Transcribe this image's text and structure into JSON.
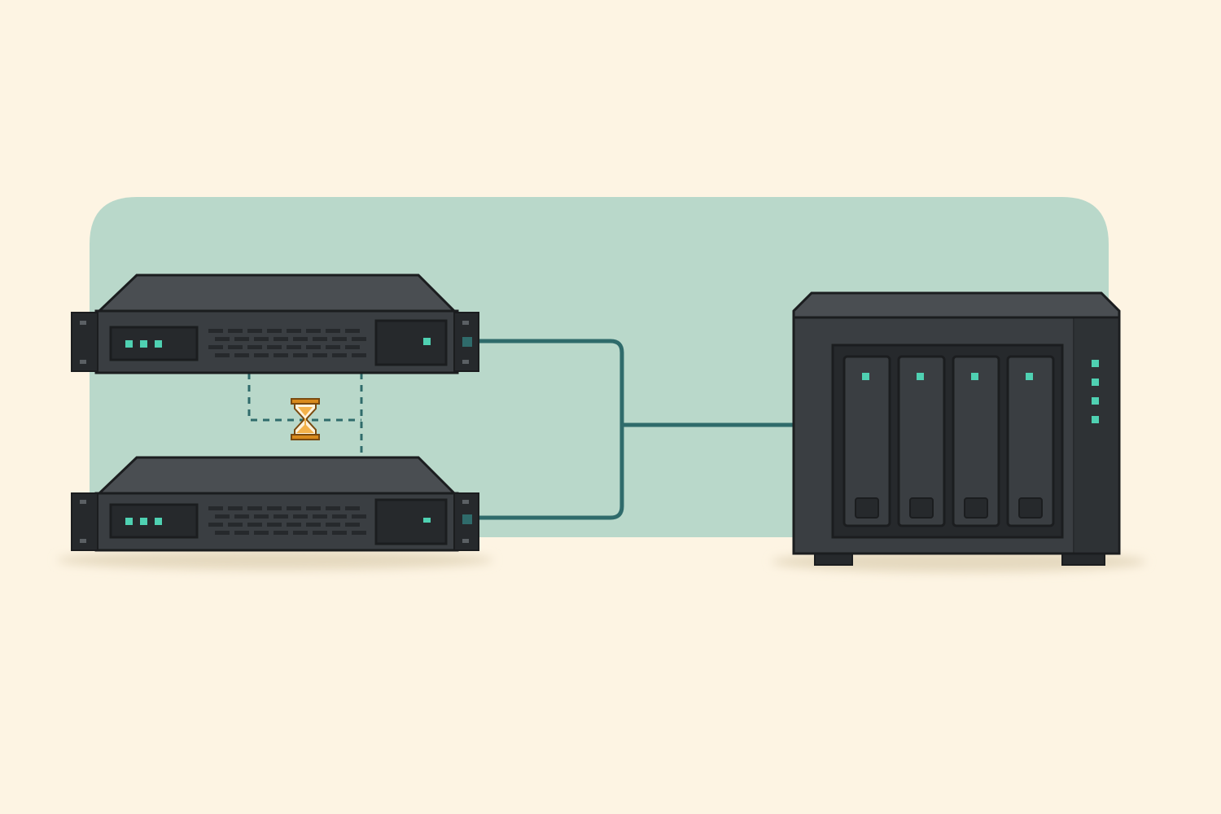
{
  "colors": {
    "background": "#fdf4e3",
    "zone": "#b9d8ca",
    "cable": "#2f6b6b",
    "chassis": "#3a3e42",
    "chassis_top": "#4a4e52",
    "chassis_dark": "#26292c",
    "outline": "#1b1d1f",
    "led": "#4fd1b2",
    "hourglass_frame": "#d98a1c",
    "hourglass_sand": "#f4b24a"
  },
  "diagram": {
    "nodes": [
      {
        "id": "rack-server-primary",
        "kind": "rack-server",
        "icon": "rack-server-icon",
        "front_leds": 3,
        "status_leds": 1
      },
      {
        "id": "rack-server-standby",
        "kind": "rack-server",
        "icon": "rack-server-icon",
        "front_leds": 3,
        "status_leds": 1
      },
      {
        "id": "nas-storage",
        "kind": "nas",
        "icon": "nas-storage-icon",
        "drive_bays": 4,
        "status_leds": 4
      }
    ],
    "links": [
      {
        "from": "rack-server-primary",
        "to": "nas-storage",
        "style": "solid"
      },
      {
        "from": "rack-server-standby",
        "to": "nas-storage",
        "style": "solid"
      },
      {
        "from": "rack-server-primary",
        "to": "rack-server-standby",
        "style": "dashed",
        "icon": "hourglass-icon"
      }
    ]
  }
}
